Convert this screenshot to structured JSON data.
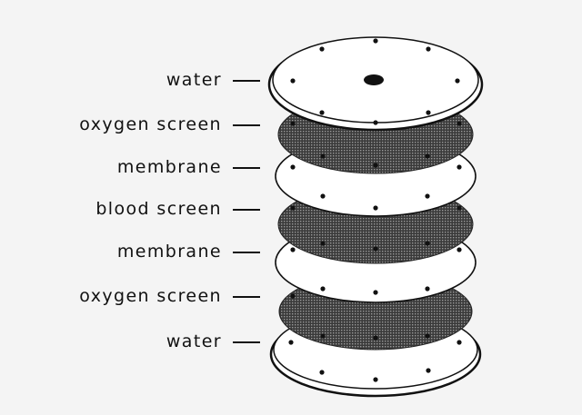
{
  "layers": [
    {
      "label": "water",
      "kind": "water"
    },
    {
      "label": "oxygen screen",
      "kind": "screen"
    },
    {
      "label": "membrane",
      "kind": "membrane"
    },
    {
      "label": "blood screen",
      "kind": "screen"
    },
    {
      "label": "membrane",
      "kind": "membrane"
    },
    {
      "label": "oxygen screen",
      "kind": "screen"
    },
    {
      "label": "water",
      "kind": "water"
    }
  ],
  "colors": {
    "ink": "#111111",
    "paper": "#f4f4f4",
    "disc": "#ffffff",
    "screen": "#4a4a4a"
  }
}
